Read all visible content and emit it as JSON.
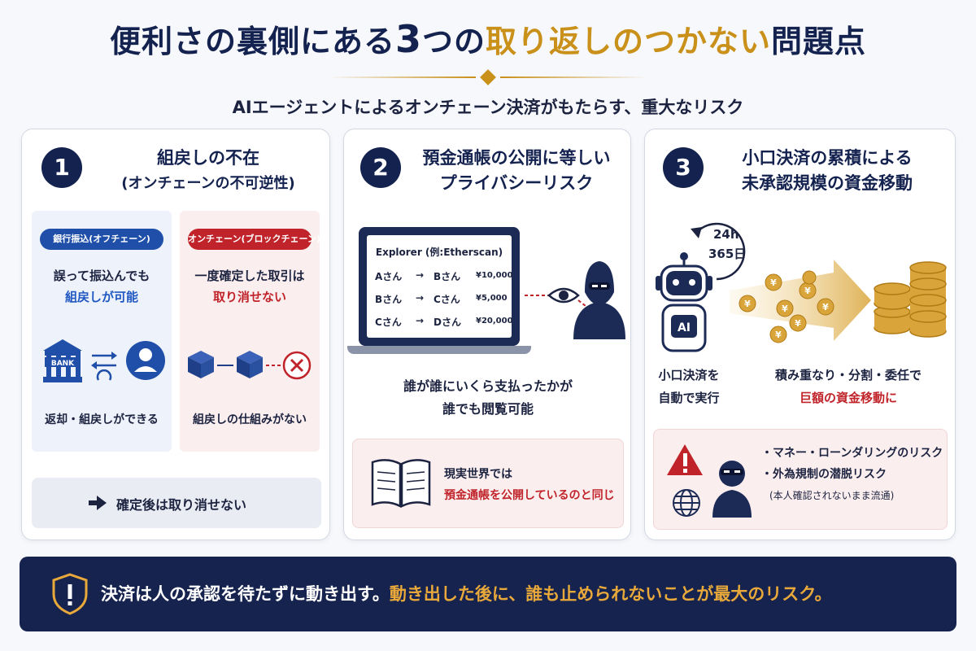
{
  "header": {
    "title_part1": "便利さの裏側にある",
    "title_num": "3",
    "title_part2": "つの",
    "title_highlight": "取り返しのつかない",
    "title_part3": "問題点",
    "subtitle": "AIエージェントによるオンチェーン決済がもたらす、重大なリスク"
  },
  "panel1": {
    "number": "1",
    "title_line1": "組戻しの不在",
    "title_line2": "(オンチェーンの不可逆性)",
    "offchain": {
      "tag": "銀行振込(オフチェーン)",
      "line1": "誤って振込んでも",
      "line2": "組戻しが可能",
      "bank_label": "BANK",
      "caption": "返却・組戻しができる"
    },
    "onchain": {
      "tag": "オンチェーン(ブロックチェーン)",
      "line1": "一度確定した取引は",
      "line2": "取り消せない",
      "caption": "組戻しの仕組みがない"
    },
    "bottom": "確定後は取り消せない"
  },
  "panel2": {
    "number": "2",
    "title_line1": "預金通帳の公開に等しい",
    "title_line2": "プライバシーリスク",
    "explorer_title": "Explorer (例:Etherscan)",
    "transactions": [
      {
        "from": "Aさん",
        "arrow": "→",
        "to": "Bさん",
        "amount": "¥10,000"
      },
      {
        "from": "Bさん",
        "arrow": "→",
        "to": "Cさん",
        "amount": "¥5,000"
      },
      {
        "from": "Cさん",
        "arrow": "→",
        "to": "Dさん",
        "amount": "¥20,000"
      }
    ],
    "text_line1": "誰が誰にいくら支払ったかが",
    "text_line2": "誰でも閲覧可能",
    "box_line1": "現実世界では",
    "box_line2": "預金通帳を公開しているのと同じ"
  },
  "panel3": {
    "number": "3",
    "title_line1": "小口決済の累積による",
    "title_line2": "未承認規模の資金移動",
    "clock_line1": "24h",
    "clock_line2": "365日",
    "robot_label": "AI",
    "yen_symbol": "¥",
    "left_line1": "小口決済を",
    "left_line2": "自動で実行",
    "right_line1": "積み重なり・分割・委任で",
    "right_line2": "巨額の資金移動に",
    "risk1": "・マネー・ローンダリングのリスク",
    "risk2": "・外為規制の潜脱リスク",
    "risk2_note": "(本人確認されないまま流通)"
  },
  "footer": {
    "text_white": "決済は人の承認を待たずに動き出す。",
    "text_gold": "動き出した後に、誰も止められないことが最大のリスク。"
  },
  "colors": {
    "navy": "#14224f",
    "gold": "#c9901a",
    "red": "#c0242a",
    "blue": "#1f57c2"
  }
}
